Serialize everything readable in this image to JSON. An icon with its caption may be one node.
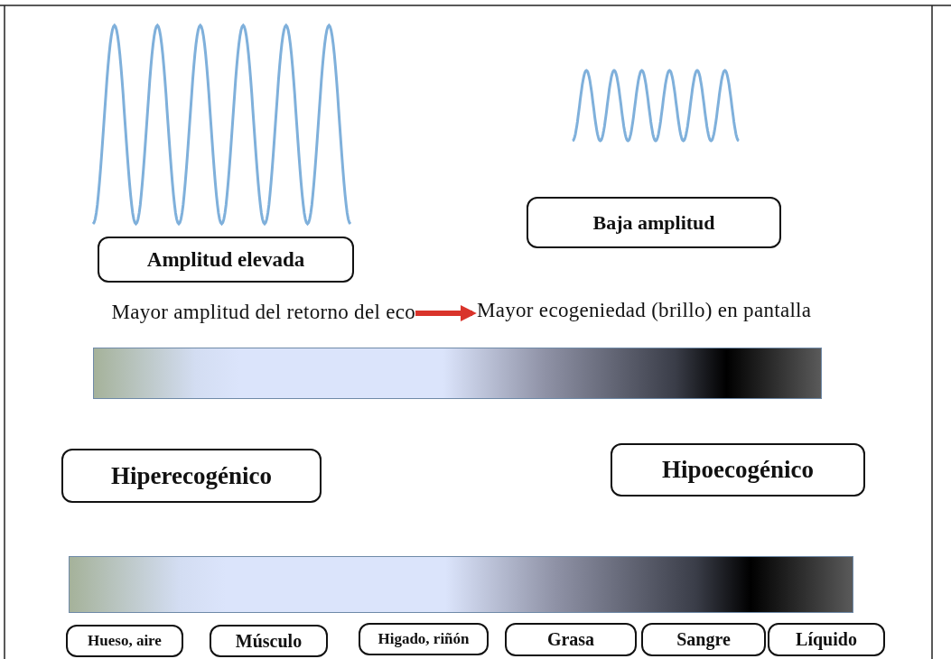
{
  "diagram": {
    "nodes": [
      {
        "text": [
          "Amplitud elevada"
        ]
      },
      {
        "text": [
          "Baja amplitud"
        ]
      },
      {
        "text": [
          "Mayor amplitud del retorno del eco"
        ]
      },
      {
        "text": [
          "Mayor ecogeniedad (brillo) en pantalla"
        ]
      },
      {
        "text": [],
        "shape": "bar"
      },
      {
        "text": [
          "Hiperecogénico"
        ]
      },
      {
        "text": [
          "Hipoecogénico"
        ]
      },
      {
        "text": [],
        "shape": "bar"
      },
      {
        "text": [
          "Hueso, aire"
        ]
      },
      {
        "text": [
          "Músculo"
        ]
      },
      {
        "text": [
          "Higado, riñón"
        ]
      },
      {
        "text": [
          "Grasa"
        ]
      },
      {
        "text": [
          "Sangre"
        ]
      },
      {
        "text": [
          "Líquido"
        ]
      }
    ],
    "edges": [
      {
        "from": 2,
        "to": 3,
        "arrow": "to",
        "color": "#d9342b"
      }
    ]
  }
}
